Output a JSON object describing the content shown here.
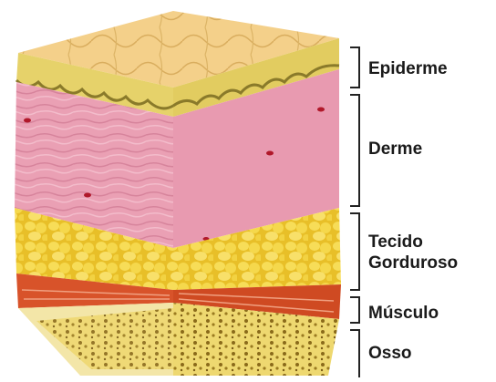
{
  "diagram": {
    "layers": [
      {
        "label": "Epiderme"
      },
      {
        "label": "Derme"
      },
      {
        "label": "Tecido Gorduroso"
      },
      {
        "label": "Músculo"
      },
      {
        "label": "Osso"
      }
    ],
    "colors": {
      "epidermis_top": "#f5d48a",
      "epidermis": "#e8d46a",
      "dermis": "#eea0b6",
      "fat": "#f2cf3a",
      "muscle": "#d8532a",
      "bone": "#e9d25c",
      "bracket": "#222222"
    }
  }
}
